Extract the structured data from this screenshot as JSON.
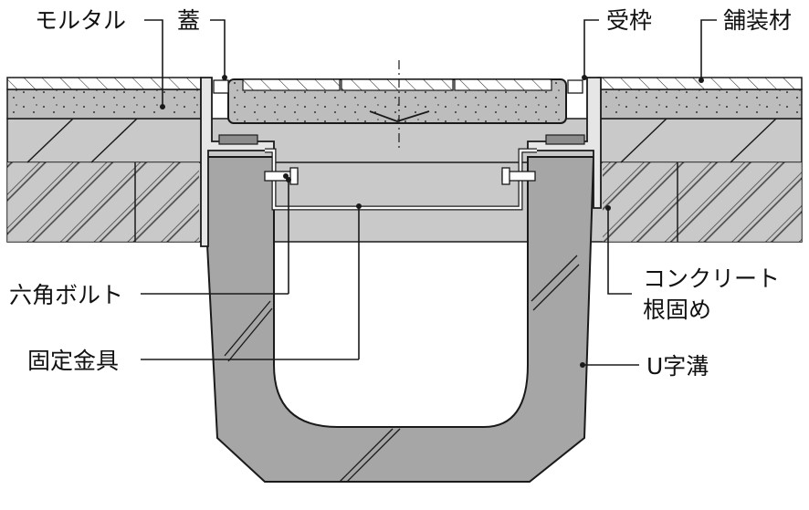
{
  "labels": {
    "mortar": "モルタル",
    "lid": "蓋",
    "frame": "受枠",
    "paving": "舗装材",
    "concrete_line1": "コンクリート",
    "concrete_line2": "根固め",
    "bolt": "六角ボルト",
    "bracket": "固定金具",
    "u_channel": "U字溝"
  },
  "colors": {
    "concrete_gray": "#c9c9c9",
    "mortar_gray": "#bdbdbd",
    "channel_gray": "#a6a6a6",
    "paving_white": "#ffffff",
    "line": "#1a1a1a"
  }
}
